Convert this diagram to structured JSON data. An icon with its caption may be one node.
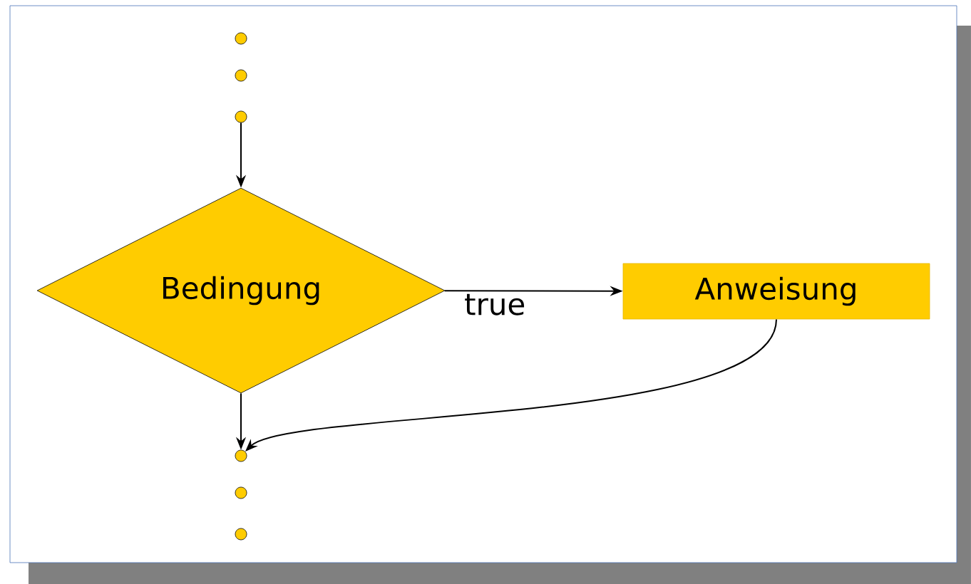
{
  "diagram": {
    "nodes": [
      {
        "text": [],
        "shape": "circle"
      },
      {
        "text": [],
        "shape": "circle"
      },
      {
        "text": [],
        "shape": "circle"
      },
      {
        "text": [
          "Bedingung"
        ]
      },
      {
        "text": [
          "Anweisung"
        ]
      },
      {
        "text": [],
        "shape": "circle"
      },
      {
        "text": [],
        "shape": "circle"
      },
      {
        "text": [],
        "shape": "circle"
      }
    ],
    "edges": [
      {
        "from": 2,
        "to": 3,
        "arrow": "to"
      },
      {
        "from": 3,
        "to": 4,
        "arrow": "to",
        "label": "true"
      },
      {
        "from": 3,
        "to": 5,
        "arrow": "to"
      },
      {
        "from": 4,
        "to": 5,
        "arrow": "to"
      }
    ]
  }
}
